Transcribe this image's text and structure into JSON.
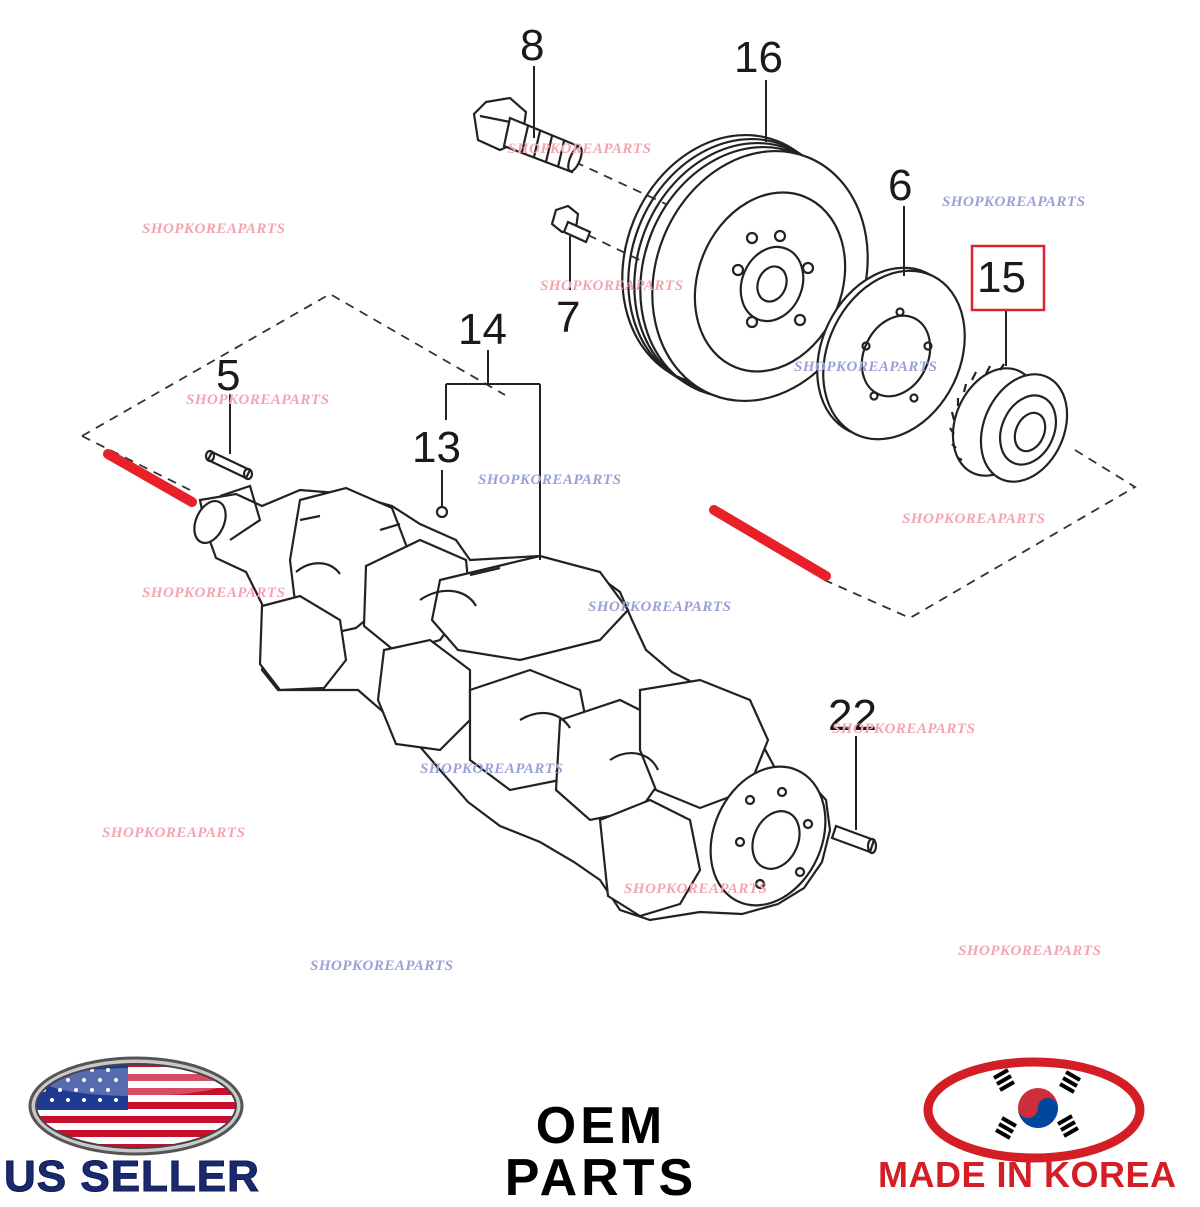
{
  "labels": {
    "p8": "8",
    "p16": "16",
    "p6": "6",
    "p15": "15",
    "p7": "7",
    "p14": "14",
    "p5": "5",
    "p13": "13",
    "p22": "22"
  },
  "watermark": "SHOPKOREAPARTS",
  "highlight": {
    "part": "15",
    "color": "#d9232d"
  },
  "marker_color": "#e8202a",
  "badges": {
    "us_seller": "US SELLER",
    "oem_line1": "OEM",
    "oem_line2": "PARTS",
    "made_in_korea": "MADE IN KOREA"
  }
}
